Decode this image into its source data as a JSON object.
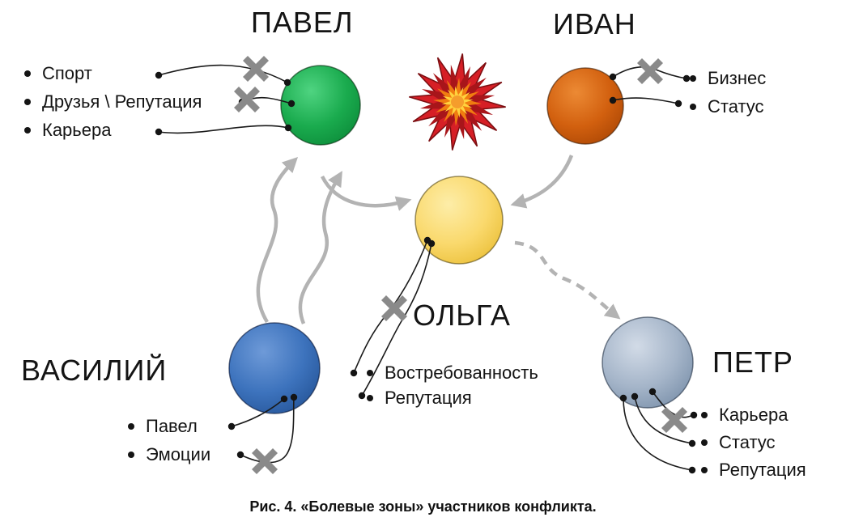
{
  "caption": "Рис. 4. «Болевые зоны» участников конфликта.",
  "participants": {
    "pavel": {
      "name": "ПАВЕЛ",
      "color": "#1ab052",
      "pain_points": [
        "Спорт",
        "Друзья \\ Репутация",
        "Карьера"
      ]
    },
    "ivan": {
      "name": "ИВАН",
      "color": "#d2600f",
      "pain_points": [
        "Бизнес",
        "Статус"
      ]
    },
    "olga": {
      "name": "ОЛЬГА",
      "color": "#fad96d",
      "pain_points": [
        "Востребованность",
        "Репутация"
      ]
    },
    "vasily": {
      "name": "ВАСИЛИЙ",
      "color": "#3d73bd",
      "pain_points": [
        "Павел",
        "Эмоции"
      ]
    },
    "petr": {
      "name": "ПЕТР",
      "color": "#a5b5c9",
      "pain_points": [
        "Карьера",
        "Статус",
        "Репутация"
      ]
    }
  },
  "colors": {
    "cross": "#8a8a8a",
    "arrow": "#b3b3b3",
    "explosion_red": "#d61f26",
    "connector": "#1a1a1a"
  }
}
